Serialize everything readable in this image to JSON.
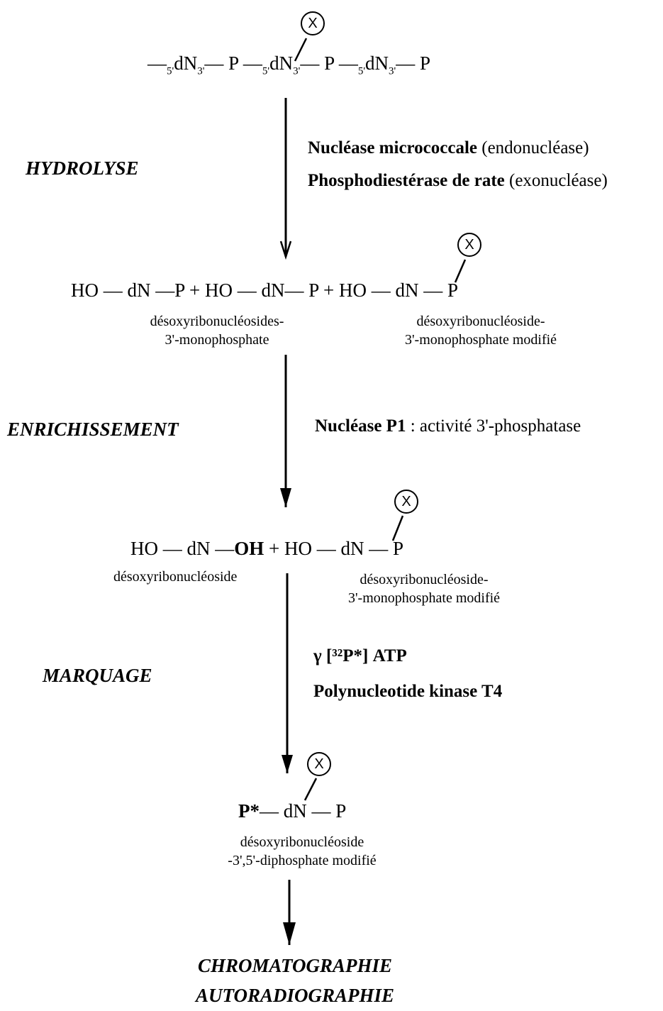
{
  "steps": {
    "hydrolyse": "HYDROLYSE",
    "enrichissement": "ENRICHISSEMENT",
    "marquage": "MARQUAGE"
  },
  "reagents": {
    "hydrolyse_1_bold": "Nucléase micrococcale",
    "hydrolyse_1_rest": " (endonucléase)",
    "hydrolyse_2_bold": "Phosphodiestérase de rate",
    "hydrolyse_2_rest": " (exonucléase)",
    "enrich_bold": "Nucléase P1",
    "enrich_rest": " : activité 3'-phosphatase",
    "marq_1": "γ [³²P*] ATP",
    "marq_2": "Polynucleotide kinase T4"
  },
  "adduct_symbol": "X",
  "strand": {
    "dn": "dN",
    "p": "P",
    "end5": "5'",
    "end3": "3'"
  },
  "formulas": {
    "hydrolysis_products": "HO — dN —P  +  HO — dN— P + HO — dN — P",
    "enrichment_left": "HO — dN —",
    "enrichment_oh": "OH",
    "enrichment_right": "  +  HO — dN — P",
    "labeled_pstar": "P*",
    "labeled_rest": "— dN — P"
  },
  "captions": {
    "normal_3mp": "désoxyribonucléosides-\n3'-monophosphate",
    "modified_3mp": "désoxyribonucléoside-\n3'-monophosphate modifié",
    "nucleoside": "désoxyribonucléoside",
    "modified_3mp_2": "désoxyribonucléoside-\n3'-monophosphate modifié",
    "diphosphate": "désoxyribonucléoside\n-3',5'-diphosphate modifié"
  },
  "final": {
    "line1": "CHROMATOGRAPHIE",
    "line2": "AUTORADIOGRAPHIE"
  }
}
